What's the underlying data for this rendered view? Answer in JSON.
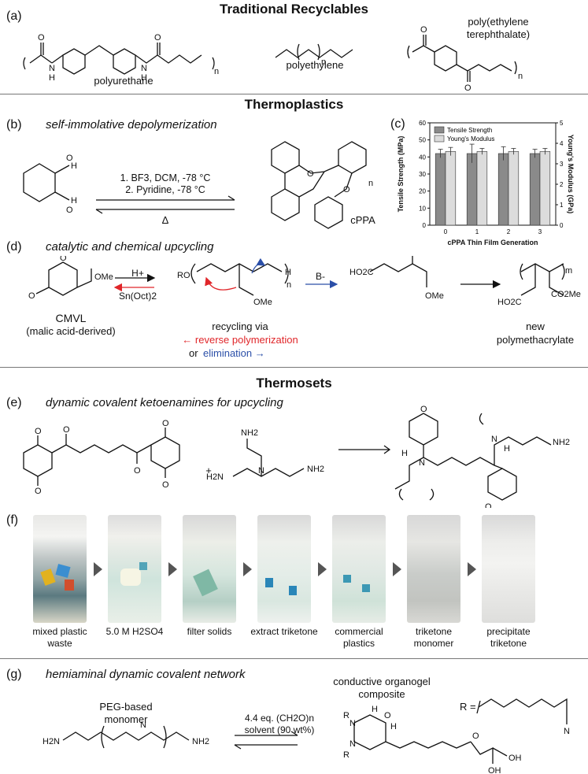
{
  "headers": {
    "traditional": "Traditional Recyclables",
    "thermoplastics": "Thermoplastics",
    "thermosets": "Thermosets"
  },
  "panel_labels": {
    "a": "(a)",
    "b": "(b)",
    "c": "(c)",
    "d": "(d)",
    "e": "(e)",
    "f": "(f)",
    "g": "(g)"
  },
  "panel_a": {
    "polyurethane": "polyurethane",
    "polyethylene": "polyethylene",
    "pet_line1": "poly(ethylene",
    "pet_line2": "terephthalate)",
    "n": "n",
    "nh": "N",
    "h": "H",
    "o": "O"
  },
  "panel_b": {
    "title": "self-immolative depolymerization",
    "cond1": "1. BF3, DCM, -78 °C",
    "cond2": "2. Pyridine, -78 °C",
    "reverse": "Δ",
    "product": "cPPA",
    "h": "H",
    "o": "O",
    "n": "n"
  },
  "panel_d": {
    "title": "catalytic and chemical upcycling",
    "monomer_name": "CMVL",
    "monomer_origin": "(malic acid-derived)",
    "acid": "H+",
    "catalyst": "Sn(Oct)2",
    "base": "B-",
    "recycling": "recycling via",
    "reverse": "← reverse polymerization",
    "or": "or",
    "elim": "elimination →",
    "product_line1": "new",
    "product_line2": "polymethacrylate",
    "ome": "OMe",
    "co2me": "CO2Me",
    "ho2c": "HO2C",
    "ro": "RO",
    "m": "m",
    "h": "H",
    "n": "n",
    "o": "O"
  },
  "panel_e": {
    "title": "dynamic covalent ketoenamines for upcycling",
    "plus": "+",
    "nh2": "NH2",
    "h2n": "H2N",
    "n": "N",
    "o": "O",
    "h": "H"
  },
  "panel_f": {
    "steps": [
      {
        "caption": "mixed plastic waste"
      },
      {
        "caption": "5.0 M H2SO4"
      },
      {
        "caption": "filter solids"
      },
      {
        "caption": "extract triketone"
      },
      {
        "caption": "commercial plastics"
      },
      {
        "caption": "triketone monomer"
      },
      {
        "caption": "precipitate triketone"
      }
    ]
  },
  "panel_g": {
    "title": "hemiaminal dynamic covalent network",
    "monomer_line1": "PEG-based",
    "monomer_line2": "monomer",
    "cond1": "4.4 eq. (CH2O)n",
    "cond2": "solvent (90 wt%)",
    "product_line1": "conductive organogel",
    "product_line2": "composite",
    "r_eq": "R =",
    "h2n": "H2N",
    "nh2": "NH2",
    "r": "R",
    "n": "N",
    "o": "O",
    "h": "H",
    "oh": "OH"
  },
  "chart_data": {
    "type": "bar",
    "xlabel": "cPPA Thin Film Generation",
    "ylabel": "Tensile Strength (MPa)",
    "y2label": "Young's Modulus (GPa)",
    "categories": [
      "0",
      "1",
      "2",
      "3"
    ],
    "ylim": [
      0,
      60
    ],
    "y2lim": [
      0,
      5
    ],
    "yticks": [
      0,
      10,
      20,
      30,
      40,
      50,
      60
    ],
    "y2ticks": [
      0,
      1,
      2,
      3,
      4,
      5
    ],
    "legend_position": "top-left",
    "series": [
      {
        "name": "Tensile Strength",
        "axis": "left",
        "values": [
          42,
          42,
          42,
          42
        ],
        "errors": [
          2.5,
          5.5,
          4,
          2.5
        ],
        "color": "#8a8a8a"
      },
      {
        "name": "Young's Modulus",
        "axis": "right",
        "values": [
          3.6,
          3.6,
          3.6,
          3.6
        ],
        "errors": [
          0.2,
          0.15,
          0.15,
          0.15
        ],
        "color": "#dcdcdc"
      }
    ]
  }
}
